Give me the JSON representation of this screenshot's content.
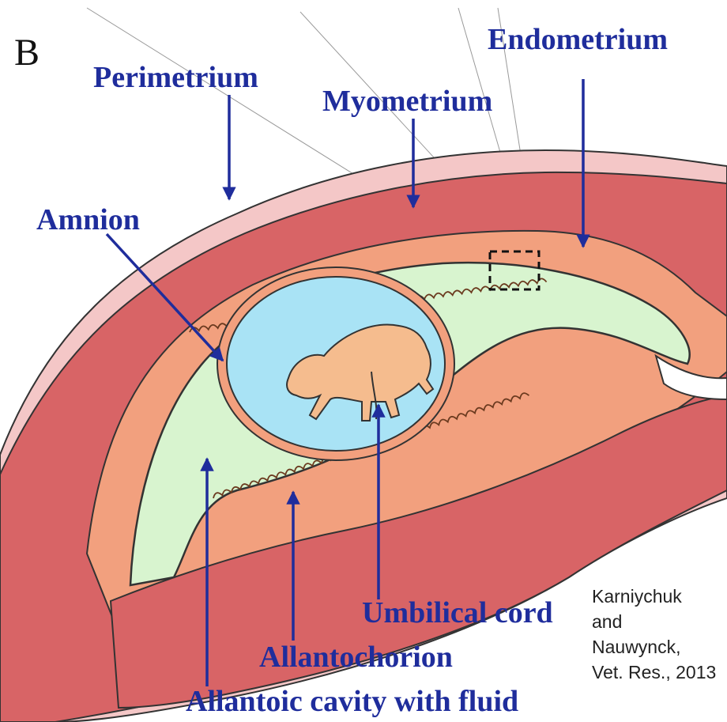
{
  "panel_label": "B",
  "labels": {
    "perimetrium": "Perimetrium",
    "myometrium": "Myometrium",
    "endometrium": "Endometrium",
    "amnion": "Amnion",
    "umbilical_cord": "Umbilical cord",
    "allantochorion": "Allantochorion",
    "allantoic_cavity": "Allantoic cavity with fluid"
  },
  "citation": {
    "line1": "Karniychuk",
    "line2": "and",
    "line3": "Nauwynck,",
    "line4": "Vet. Res., 2013"
  },
  "colors": {
    "perimetrium": "#f4c7c7",
    "myometrium": "#d86466",
    "endometrium": "#f2a07e",
    "allantoic_fluid": "#d8f4cf",
    "amniotic_fluid": "#a9e3f5",
    "fetus": "#f5bc8e",
    "arrow": "#1f2d9c"
  }
}
